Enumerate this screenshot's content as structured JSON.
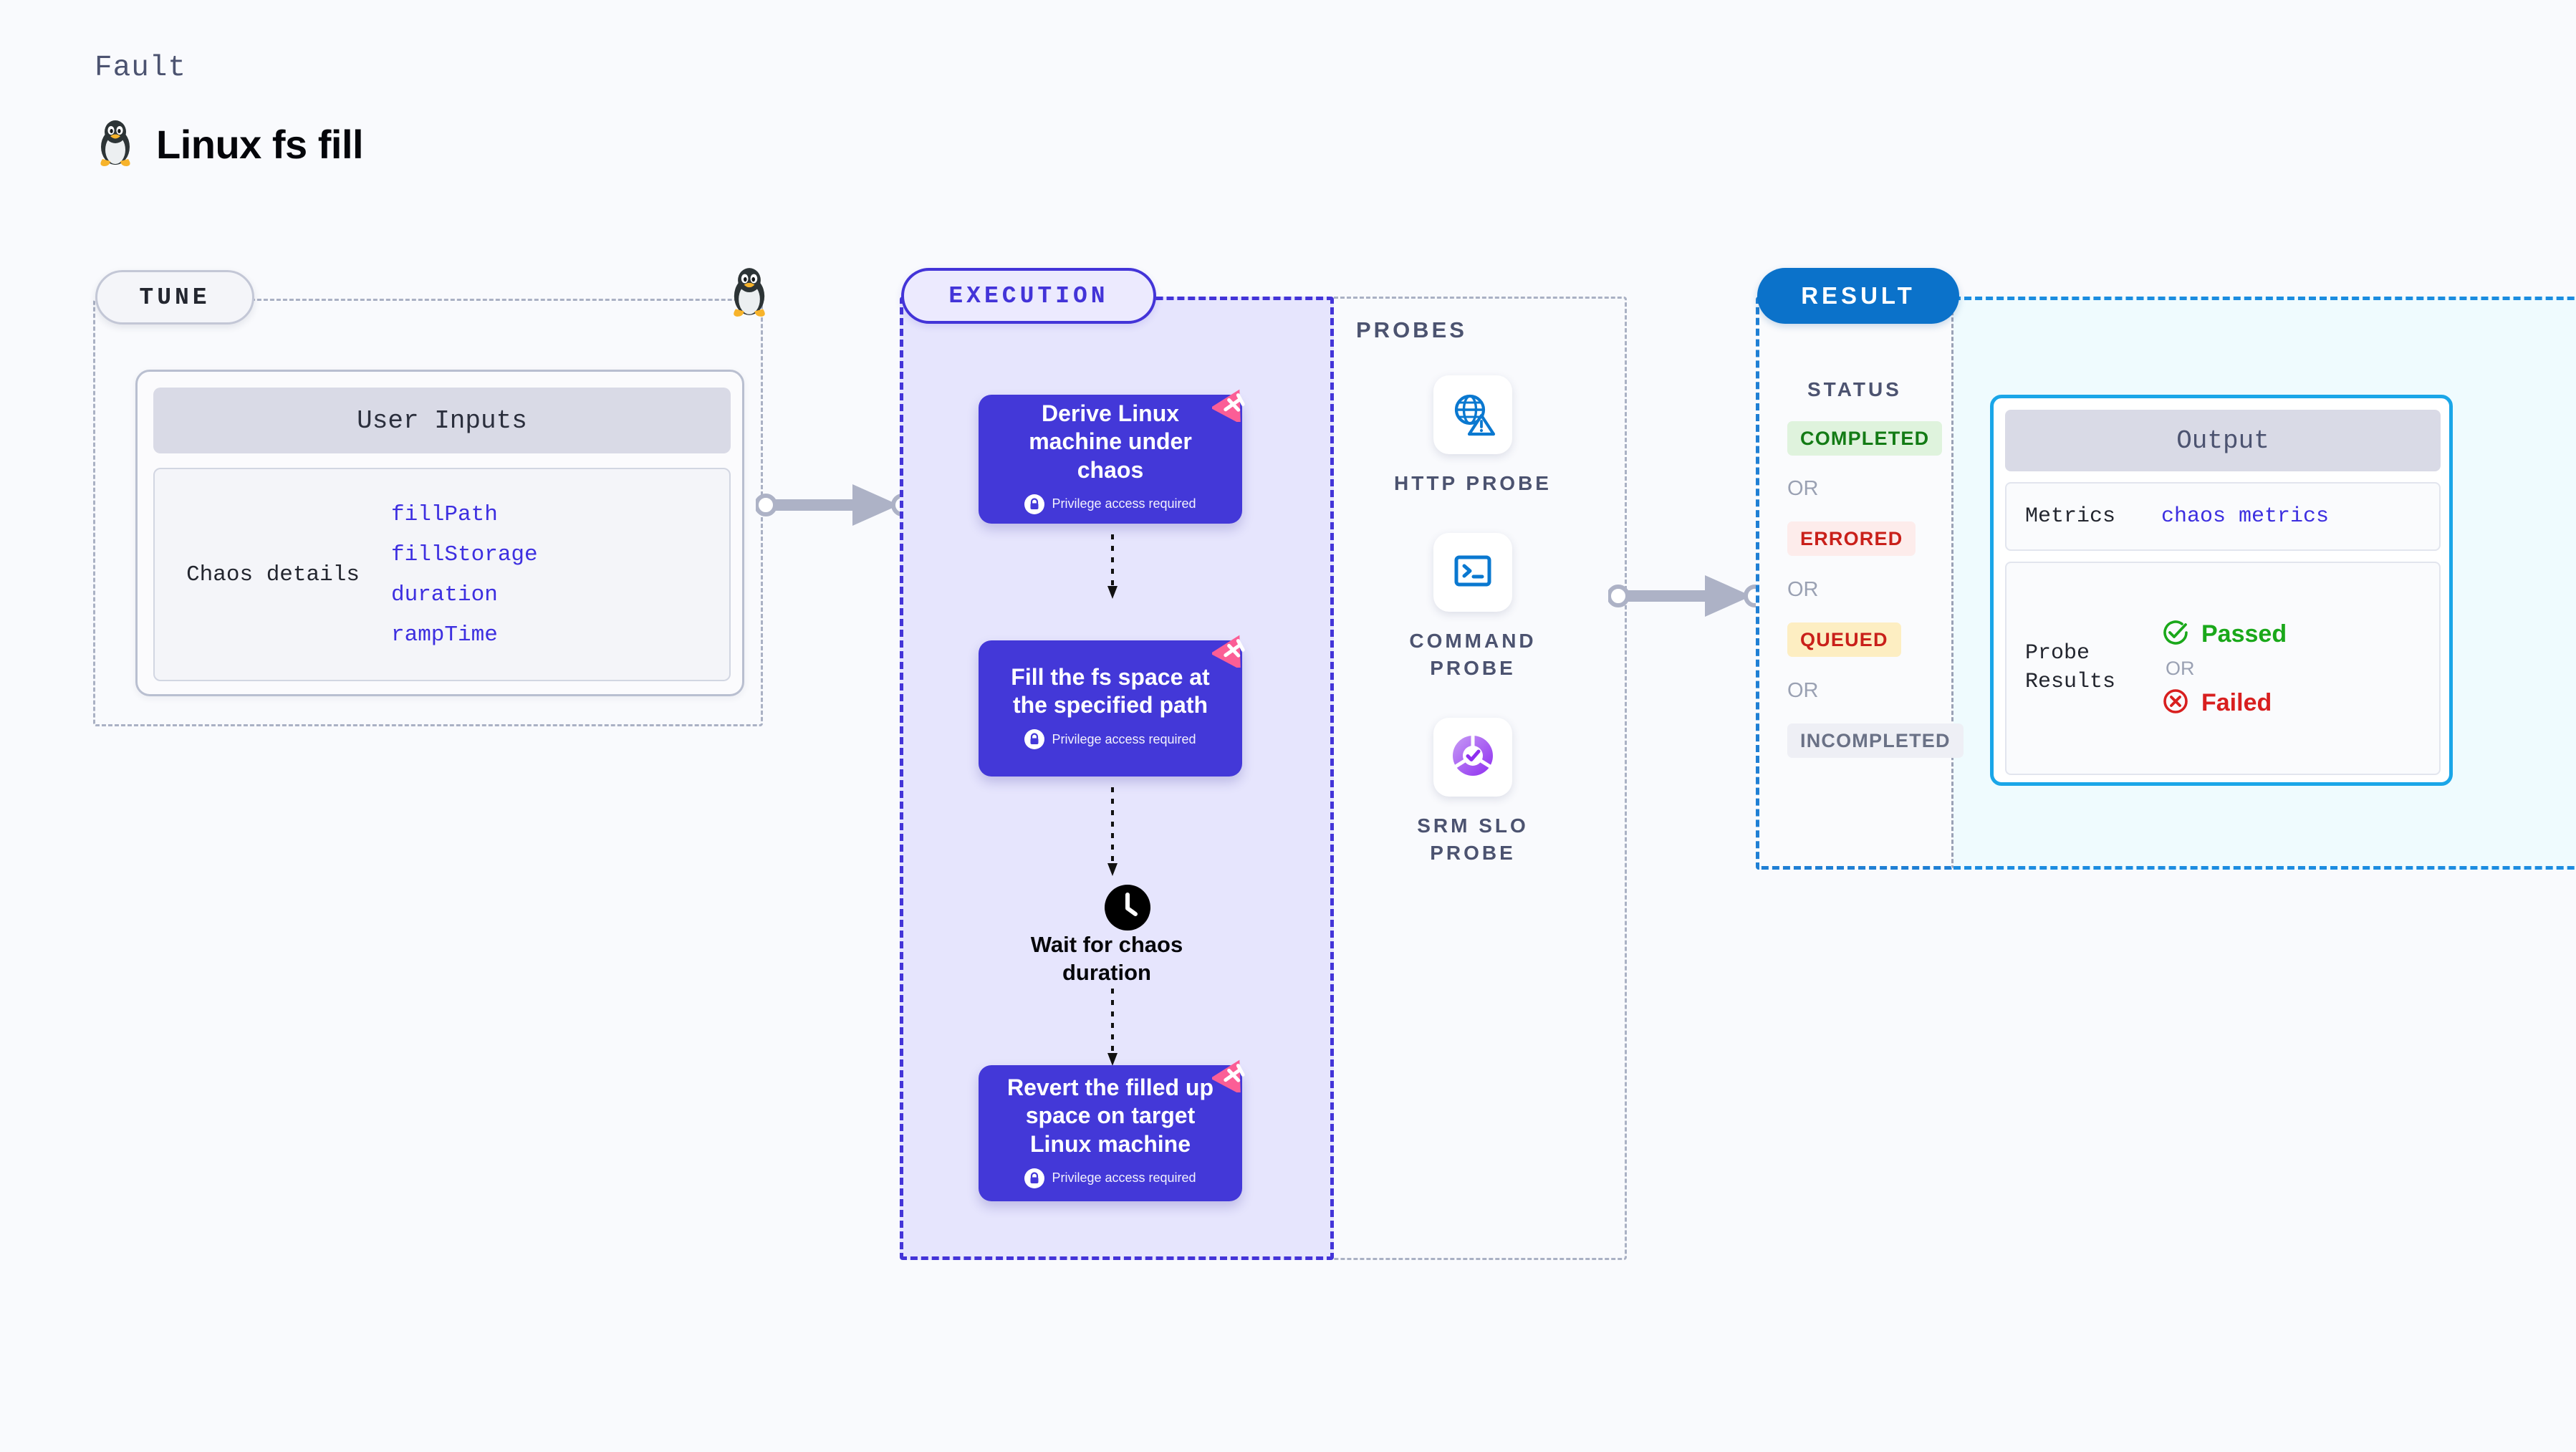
{
  "header": {
    "eyebrow": "Fault",
    "title": "Linux fs fill",
    "icon": "linux-tux-icon"
  },
  "tune": {
    "pill_label": "TUNE",
    "card_header": "User Inputs",
    "details_label": "Chaos details",
    "params": [
      {
        "name": "fillPath"
      },
      {
        "name": "fillStorage"
      },
      {
        "name": "duration"
      },
      {
        "name": "rampTime"
      }
    ]
  },
  "execution": {
    "pill_label": "EXECUTION",
    "privilege_note": "Privilege access required",
    "steps": [
      {
        "title": "Derive Linux machine under chaos",
        "privileged": true
      },
      {
        "title": "Fill the fs space at the specified path",
        "privileged": true
      }
    ],
    "wait": {
      "icon": "clock-icon",
      "label": "Wait for chaos duration"
    },
    "final_step": {
      "title": "Revert the filled up space on target Linux machine",
      "privileged": true
    }
  },
  "probes": {
    "section_label": "PROBES",
    "items": [
      {
        "name": "HTTP PROBE",
        "icon": "globe-warning-icon"
      },
      {
        "name": "COMMAND PROBE",
        "icon": "terminal-icon"
      },
      {
        "name": "SRM SLO PROBE",
        "icon": "slo-donut-check-icon"
      }
    ]
  },
  "result": {
    "pill_label": "RESULT",
    "status_label": "STATUS",
    "or_label": "OR",
    "statuses": [
      {
        "label": "COMPLETED",
        "bg": "#dff3dd",
        "fg": "#137b15"
      },
      {
        "label": "ERRORED",
        "bg": "#fdeceb",
        "fg": "#c9201a"
      },
      {
        "label": "QUEUED",
        "bg": "#fdeec2",
        "fg": "#c9201a"
      },
      {
        "label": "INCOMPLETED",
        "bg": "#eeeff5",
        "fg": "#6a7186"
      }
    ],
    "output": {
      "header": "Output",
      "metrics_label": "Metrics",
      "metrics_value": "chaos metrics",
      "probe_results_label": "Probe Results",
      "passed_label": "Passed",
      "failed_label": "Failed",
      "or_label": "OR"
    }
  },
  "colors": {
    "page_bg": "#f9fafd",
    "indigo": "#4338d8",
    "lavender": "#e6e5fd",
    "blue": "#0b72ca",
    "cyan": "#1aa6e8",
    "pink": "#fb5e96",
    "green": "#1aa81a",
    "red": "#d81f1f"
  }
}
